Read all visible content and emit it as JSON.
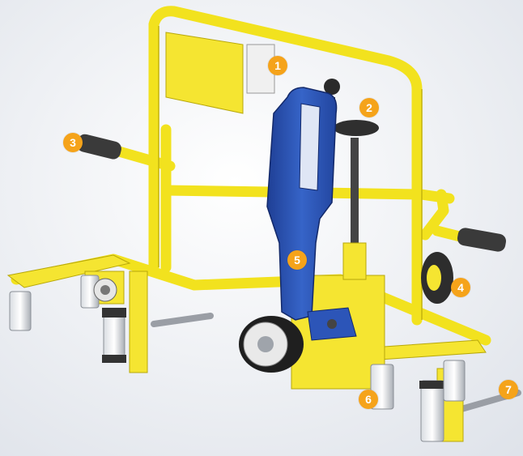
{
  "diagram": {
    "colors": {
      "frame": "#f2e21e",
      "frame_shadow": "#b8a80a",
      "blue_body": "#2c55b8",
      "handle_grip": "#3a3a3a",
      "callout": "#f5a31a"
    },
    "callouts": [
      "1",
      "2",
      "3",
      "4",
      "5",
      "6",
      "7"
    ]
  }
}
